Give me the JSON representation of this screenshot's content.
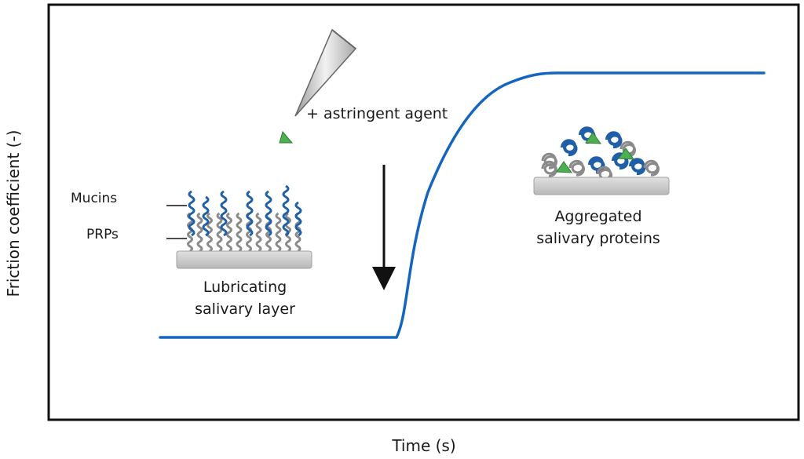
{
  "diagram": {
    "x_axis_label": "Time (s)",
    "y_axis_label": "Friction coefficient (-)",
    "annotation_agent": "+ astringent agent",
    "label_mucins": "Mucins",
    "label_prps": "PRPs",
    "left_caption": [
      "Lubricating",
      "salivary layer"
    ],
    "right_caption": [
      "Aggregated",
      "salivary proteins"
    ]
  },
  "colors": {
    "curve": "#1565c0",
    "mucin": "#1f5fa8",
    "prp": "#8a8a8a",
    "surface": "#cfcfcf",
    "agent": "#4caf50",
    "frame": "#111111"
  },
  "icons": [
    "pipette-icon",
    "astringent-agent-icon",
    "arrow-down-icon"
  ]
}
